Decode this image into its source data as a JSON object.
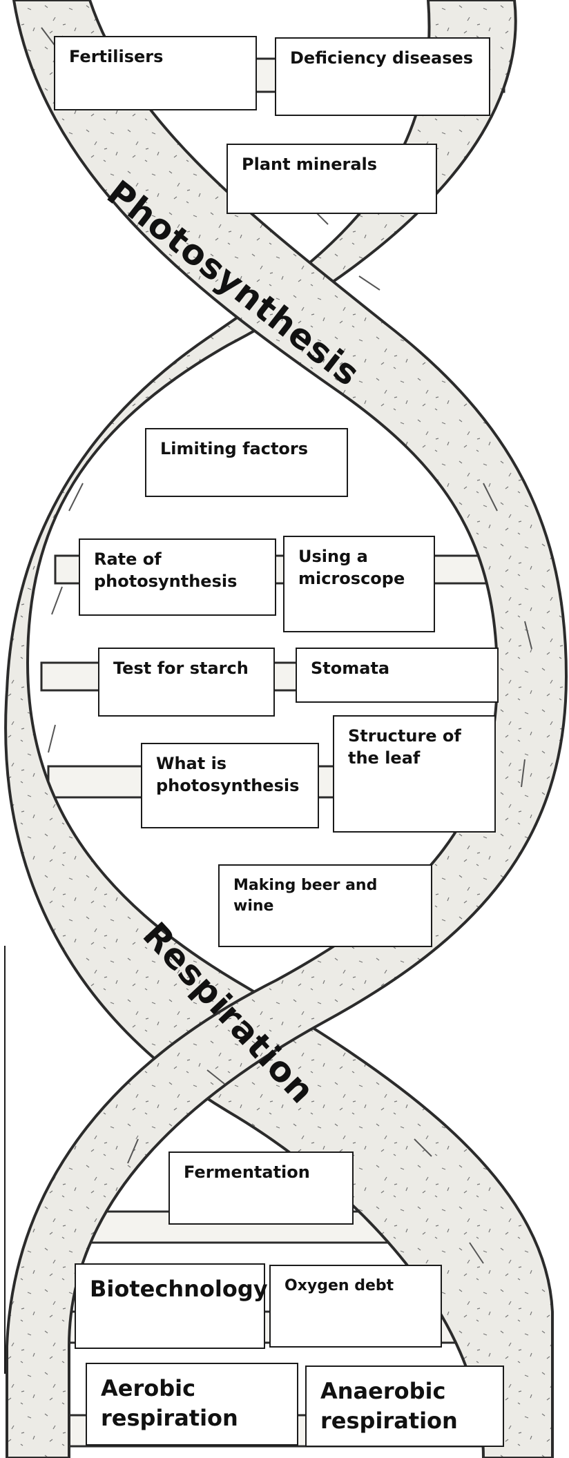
{
  "strand_labels": {
    "top": "Photosynthesis",
    "bottom": "Respiration"
  },
  "boxes": {
    "fertilisers": "Fertilisers",
    "deficiency_diseases": "Deficiency diseases",
    "plant_minerals": "Plant minerals",
    "limiting_factors": "Limiting factors",
    "rate_of_photosynthesis": "Rate of photosynthesis",
    "using_a_microscope": "Using a microscope",
    "test_for_starch": "Test for starch",
    "stomata": "Stomata",
    "what_is_photosynthesis": "What is photosynthesis",
    "structure_of_the_leaf": "Structure of the leaf",
    "making_beer_and_wine": "Making beer and wine",
    "fermentation": "Fermentation",
    "biotechnology": "Biotechnology",
    "oxygen_debt": "Oxygen debt",
    "aerobic_respiration": "Aerobic respiration",
    "anaerobic_respiration": "Anaerobic respiration"
  },
  "colors": {
    "strand_fill": "#ebe9e3",
    "ink": "#2b2b2b"
  }
}
